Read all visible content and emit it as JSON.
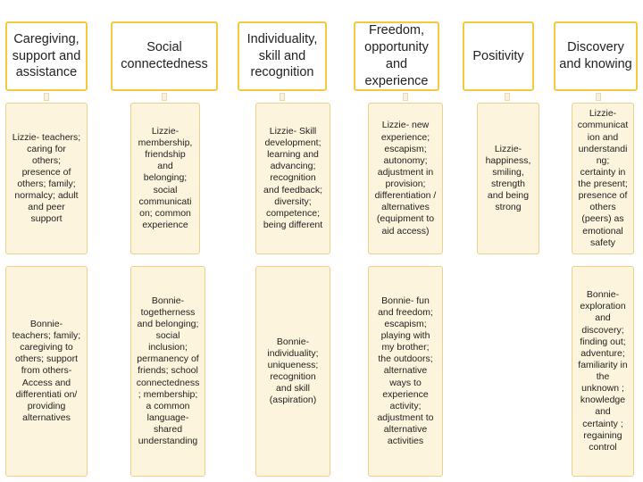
{
  "columns": [
    {
      "id": "caregiving",
      "title": "Caregiving, support and assistance",
      "cells": [
        "Lizzie- teachers; caring for others; presence of others; family; normalcy; adult and peer support",
        "Bonnie- teachers; family; caregiving to others; support from others- Access and differentiati on/ providing alternatives"
      ]
    },
    {
      "id": "social",
      "title": "Social connectedness",
      "cells": [
        "Lizzie- membership, friendship and belonging; social communicati on; common experience",
        "Bonnie- togetherness and belonging; social inclusion; permanency of friends; school connectedness ; membership; a common language- shared understanding"
      ]
    },
    {
      "id": "individuality",
      "title": "Individuality, skill and recognition",
      "cells": [
        "Lizzie- Skill development; learning and advancing; recognition and feedback; diversity; competence; being different",
        "Bonnie- individuality; uniqueness; recognition and skill (aspiration)"
      ]
    },
    {
      "id": "freedom",
      "title": "Freedom, opportunity and experience",
      "cells": [
        "Lizzie- new experience; escapism; autonomy; adjustment in provision; differentiation / alternatives (equipment to aid access)",
        "Bonnie- fun and freedom; escapism; playing with my brother; the outdoors; alternative ways to experience activity; adjustment to alternative activities"
      ]
    },
    {
      "id": "positivity",
      "title": "Positivity",
      "cells": [
        "Lizzie- happiness, smiling, strength and being strong"
      ]
    },
    {
      "id": "discovery",
      "title": "Discovery and knowing",
      "cells": [
        "Lizzie- communicat ion and understandi ng; certainty in the present; presence of others (peers) as emotional safety",
        "Bonnie- exploration and discovery; finding out; adventure; familiarity in the unknown ; knowledge and certainty ; regaining control"
      ]
    }
  ]
}
